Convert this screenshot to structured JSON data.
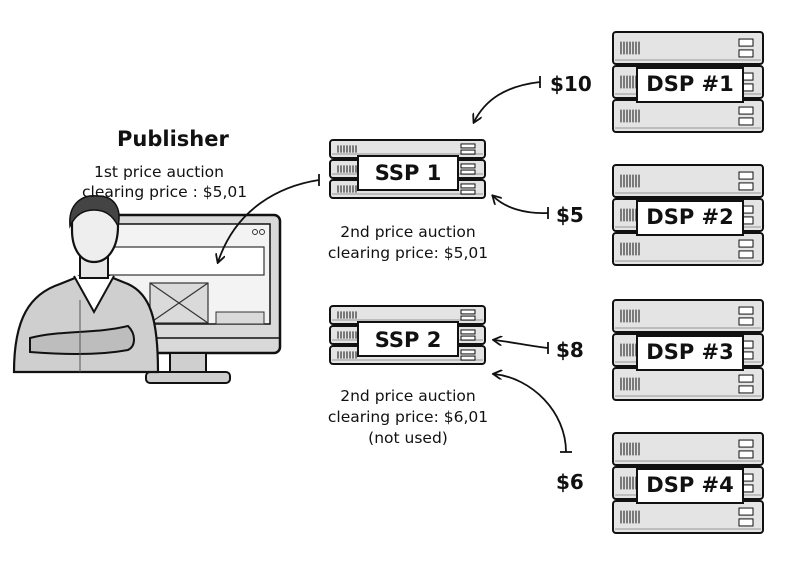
{
  "publisher": {
    "title": "Publisher",
    "auction_type": "1st price auction",
    "clearing_price": "clearing price : $5,01"
  },
  "ssps": [
    {
      "label": "SSP 1",
      "auction_type": "2nd price auction",
      "clearing_price": "clearing price: $5,01",
      "note": ""
    },
    {
      "label": "SSP 2",
      "auction_type": "2nd price auction",
      "clearing_price": "clearing price: $6,01",
      "note": "(not used)"
    }
  ],
  "dsps": [
    {
      "label": "DSP #1",
      "bid": "$10"
    },
    {
      "label": "DSP #2",
      "bid": "$5"
    },
    {
      "label": "DSP #3",
      "bid": "$8"
    },
    {
      "label": "DSP #4",
      "bid": "$6"
    }
  ],
  "colors": {
    "ink": "#111111",
    "server_fill": "#e4e4e4",
    "server_shade": "#bdbdbd",
    "label_fill": "#ffffff"
  }
}
